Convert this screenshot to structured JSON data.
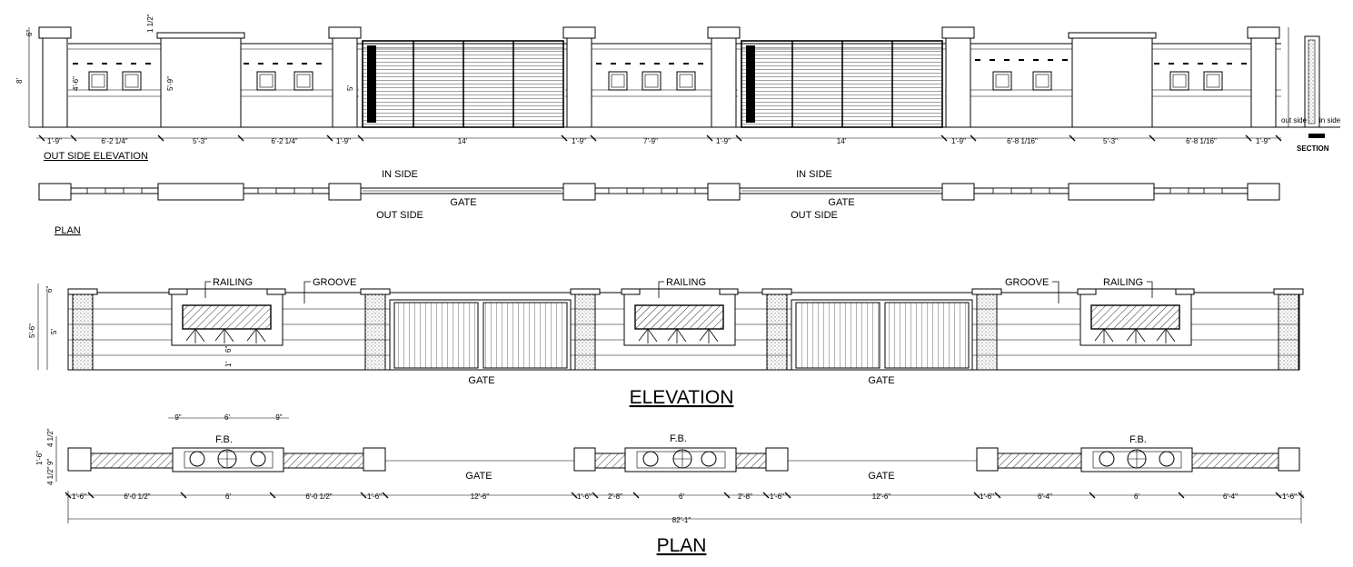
{
  "top_drawing": {
    "outside_elevation_title": "OUT SIDE ELEVATION",
    "section_title": "SECTION",
    "section_out_side": "out side",
    "section_in_side": "in side",
    "dims_bottom": [
      "1'-9\"",
      "6'-2 1/4\"",
      "5'-3\"",
      "6'-2 1/4\"",
      "1'-9\"",
      "14'",
      "1'-9\"",
      "7'-9\"",
      "1'-9\"",
      "14'",
      "1'-9\"",
      "6'-8 1/16\"",
      "5'-3\"",
      "6'-8 1/16\"",
      "1'-9\""
    ],
    "dims_vertical": [
      "8'",
      "4'-6\"",
      "5'-9\"",
      "5'",
      "6\"",
      "1 1/2\""
    ]
  },
  "plan_small": {
    "title": "PLAN",
    "in_side_label": "IN SIDE",
    "out_side_label": "OUT SIDE",
    "gate_label": "GATE"
  },
  "elevation": {
    "title": "ELEVATION",
    "railing_label": "RAILING",
    "groove_label": "GROOVE",
    "gate_label": "GATE",
    "height_dims": [
      "5'-6\"",
      "5'",
      "6\"",
      "1'",
      "6\""
    ]
  },
  "plan": {
    "title": "PLAN",
    "fb_label": "F.B.",
    "gate_label": "GATE",
    "total_dim": "82'-1\"",
    "top_dims": [
      "9\"",
      "6'",
      "9\""
    ],
    "left_dims": [
      "1'-6\"",
      "4 1/2\"",
      "9\"",
      "4 1/2\""
    ],
    "dims_bottom": [
      "1'-6\"",
      "6'-0 1/2\"",
      "6'",
      "6'-0 1/2\"",
      "1'-6\"",
      "12'-6\"",
      "1'-6\"",
      "2'-8\"",
      "6'",
      "2'-8\"",
      "1'-6\"",
      "12'-6\"",
      "1'-6\"",
      "6'-4\"",
      "6'",
      "6'-4\"",
      "1'-6\""
    ]
  }
}
